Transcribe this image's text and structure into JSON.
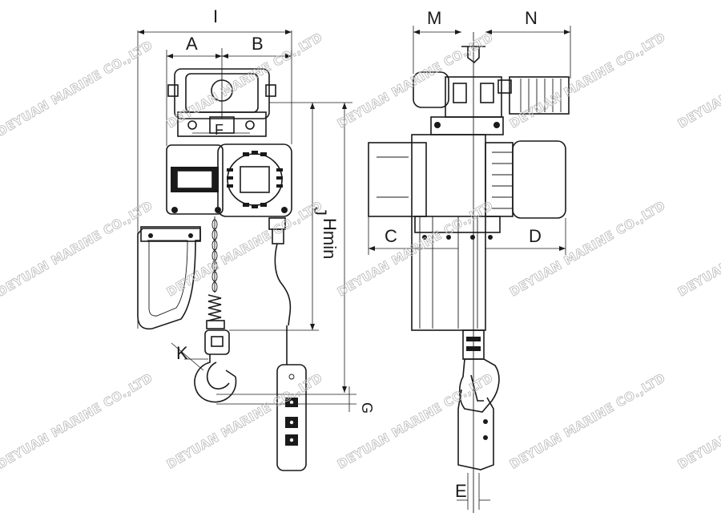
{
  "dimension_labels": {
    "I": "I",
    "A": "A",
    "B": "B",
    "F": "F",
    "J": "J",
    "Hmin": "Hmin",
    "K": "K",
    "G": "G",
    "M": "M",
    "N": "N",
    "C": "C",
    "D": "D",
    "E": "E"
  },
  "watermark": "DEYUAN MARINE CO.,LTD",
  "colors": {
    "line": "#1a1a1a",
    "watermark": "#bdbdbd",
    "background": "#ffffff"
  }
}
